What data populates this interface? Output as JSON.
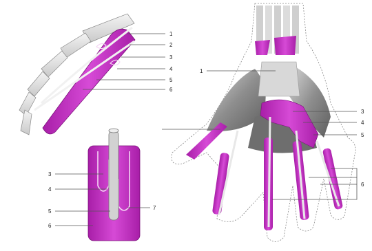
{
  "figure": {
    "accent_color": "#c42ec4",
    "bone_color": "#e6e6e6",
    "muscle_color": "#9a9a9a"
  },
  "finger_panel": {
    "labels": [
      "1",
      "2",
      "3",
      "4",
      "5",
      "6"
    ]
  },
  "cross_section_panel": {
    "labels": [
      "3",
      "4",
      "5",
      "6",
      "7"
    ]
  },
  "palm_panel": {
    "labels": [
      "1",
      "3",
      "4",
      "5",
      "6"
    ]
  }
}
